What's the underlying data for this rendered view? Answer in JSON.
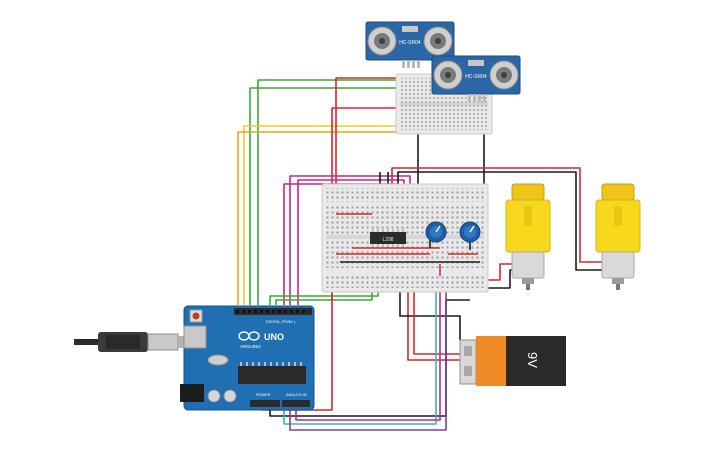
{
  "sensor_1": {
    "model": "HC-SR04"
  },
  "sensor_2": {
    "model": "HC-SR04"
  },
  "driver_chip": {
    "label": "L298"
  },
  "arduino": {
    "brand": "ARDUINO",
    "model": "UNO",
    "digital_label": "DIGITAL (PWM~)",
    "power_label": "POWER",
    "analog_label": "ANALOG IN"
  },
  "battery": {
    "label": "9V"
  },
  "colors": {
    "red": "#d7262b",
    "black": "#1a1a1a",
    "green": "#3aa935",
    "orange": "#f0a21d",
    "yellow": "#e8d21b",
    "magenta": "#c3268d",
    "purple": "#7b3ea8",
    "teal": "#35b6b2",
    "arduino_blue": "#1f6fb2",
    "sensor_blue": "#2b67a6",
    "motor_yellow": "#f7d81d"
  }
}
